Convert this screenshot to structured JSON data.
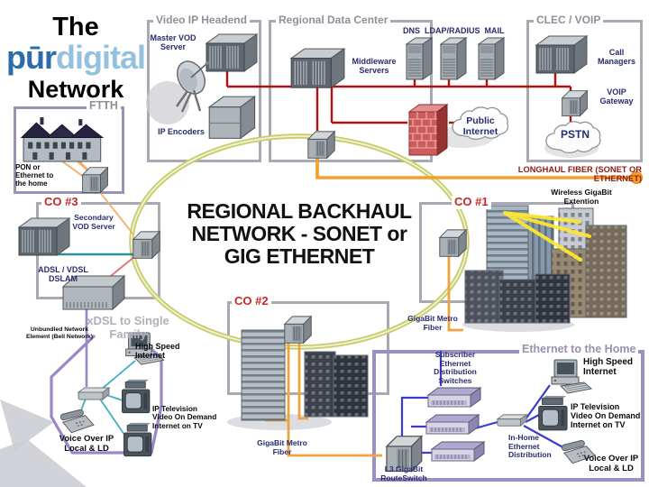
{
  "slide": {
    "logo": {
      "the": "The",
      "pur": "pūr",
      "digital": "digital",
      "network": "Network"
    },
    "regions": {
      "video_ip_headend": "Video IP Headend",
      "regional_data_center": "Regional Data Center",
      "clec_voip": "CLEC / VOIP",
      "ftth": "FTTH",
      "co3": "CO #3",
      "co2": "CO #2",
      "co1": "CO #1",
      "ethernet_to_home": "Ethernet to the Home"
    },
    "backhaul_title": {
      "line1": "REGIONAL BACKHAUL",
      "line2": "NETWORK - SONET or",
      "line3": "GIG ETHERNET"
    },
    "links": {
      "longhaul": "LONGHAUL FIBER (SONET OR ETHERNET)"
    },
    "nodes": {
      "master_vod": "Master VOD Server",
      "ip_encoders": "IP Encoders",
      "middleware": "Middleware Servers",
      "dns_ldap_mail": "DNS  LDAP/RADIUS  MAIL",
      "public_internet": "Public Internet",
      "call_managers": "Call Managers",
      "voip_gateway": "VOIP Gateway",
      "pstn": "PSTN",
      "pon": "PON or Ethernet to the home",
      "secondary_vod": "Secondary VOD Server",
      "dslam": "ADSL / VDSL DSLAM",
      "unbundled": "Unbundled Network Element (Bell Network)",
      "xdsl_single_family": "xDSL to Single Family",
      "high_speed_internet": "High Speed Internet",
      "iptv": "IP Television Video On Demand Internet on TV",
      "voip_local": "Voice Over IP Local & LD",
      "gigabit_metro_fiber": "GigaBit Metro Fiber",
      "wireless_gigabit": "Wireless GigaBit Extention",
      "subscriber_switches": "Subscriber Ethernet Distribution Switches",
      "inhome_ethernet": "In-Home Ethernet Distribution",
      "l3_switch": "L3 GigaBit RouteSwitch"
    },
    "colors": {
      "brand_blue": "#2c6ca8",
      "brand_light_blue": "#93c1de",
      "label_navy": "#282c6e",
      "region_label_gray": "#8f8f99",
      "co_label_red": "#c62828",
      "longhaul_text_red": "#8e1a10",
      "fiber_ring_yellow": "#c9cd6b",
      "longhaul_orange": "#f59d2e",
      "lan_blue": "#3b3bd0",
      "lan_cyan": "#45b0c0",
      "vod_teal": "#2f8f96",
      "home_purple": "#9a86c8"
    }
  }
}
